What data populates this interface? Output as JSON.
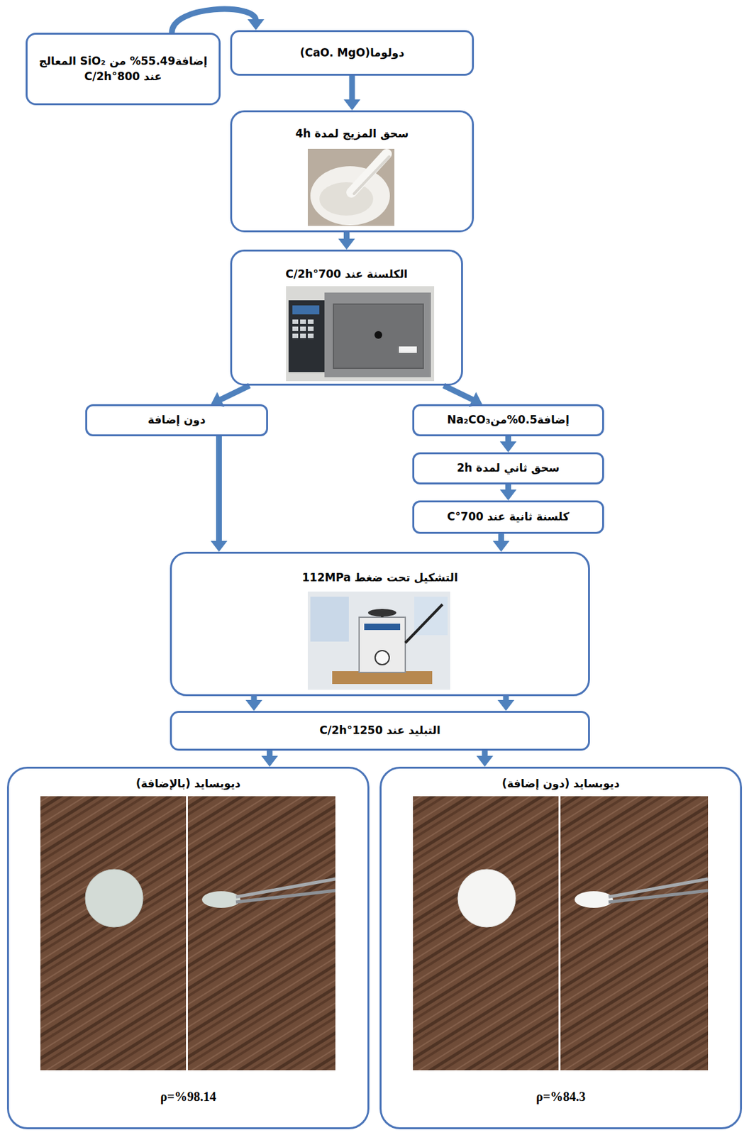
{
  "diagram": {
    "nodes": [
      {
        "text": [
          "دولوما(CaO. MgO)"
        ]
      },
      {
        "text": [
          "إضافة55.49% من SiO₂ المعالج عند 800°C/2h"
        ]
      },
      {
        "text": [
          "سحق المزيج لمدة 4h"
        ]
      },
      {
        "text": [
          "الكلسنة عند 700°C/2h"
        ]
      },
      {
        "text": [
          "إضافة0.5%منNa₂CO₃"
        ]
      },
      {
        "text": [
          "سحق ثاني لمدة 2h"
        ]
      },
      {
        "text": [
          "كلسنة ثانية عند 700°C"
        ]
      },
      {
        "text": [
          "دون إضافة"
        ]
      },
      {
        "text": [
          "التشكيل تحت ضغط 112MPa"
        ]
      },
      {
        "text": [
          "التبليد عند 1250°C/2h"
        ]
      },
      {
        "text": [
          "ديوبسايد (دون إضافة)",
          "ρ=%84.3"
        ]
      },
      {
        "text": [
          "ديوبسايد (بالإضافة)",
          "ρ=%98.14"
        ]
      }
    ],
    "edges": [
      {
        "from": 1,
        "to": 0,
        "arrow": "to"
      },
      {
        "from": 0,
        "to": 2,
        "arrow": "to"
      },
      {
        "from": 2,
        "to": 3,
        "arrow": "to"
      },
      {
        "from": 3,
        "to": 4,
        "arrow": "to"
      },
      {
        "from": 3,
        "to": 7,
        "arrow": "to"
      },
      {
        "from": 4,
        "to": 5,
        "arrow": "to"
      },
      {
        "from": 5,
        "to": 6,
        "arrow": "to"
      },
      {
        "from": 6,
        "to": 8,
        "arrow": "to"
      },
      {
        "from": 7,
        "to": 8,
        "arrow": "to"
      },
      {
        "from": 8,
        "to": 9,
        "arrow": "to"
      },
      {
        "from": 9,
        "to": 10,
        "arrow": "to"
      },
      {
        "from": 9,
        "to": 11,
        "arrow": "to"
      }
    ]
  }
}
